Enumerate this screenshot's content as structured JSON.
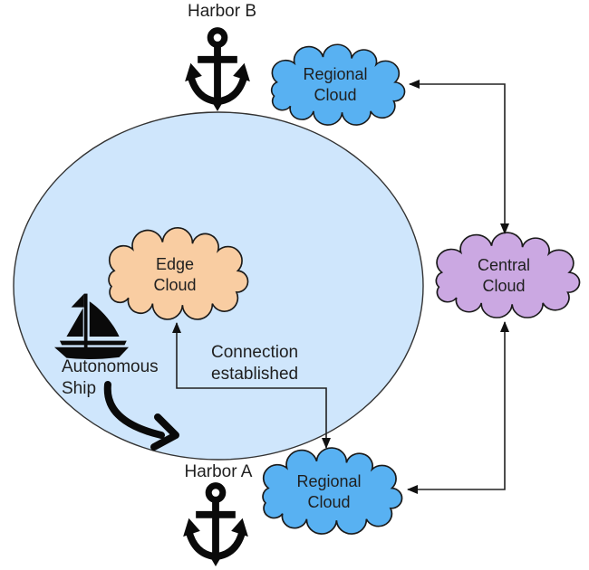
{
  "labels": {
    "harbor_b": "Harbor B",
    "harbor_a": "Harbor A",
    "autonomous_ship": [
      "Autonomous",
      "Ship"
    ],
    "connection_status": [
      "Connection",
      "established"
    ]
  },
  "nodes": {
    "regional_cloud_top": {
      "label": [
        "Regional",
        "Cloud"
      ],
      "fill": "#58B1F2"
    },
    "regional_cloud_bottom": {
      "label": [
        "Regional",
        "Cloud"
      ],
      "fill": "#58B1F2"
    },
    "edge_cloud": {
      "label": [
        "Edge",
        "Cloud"
      ],
      "fill": "#F9CDA2"
    },
    "central_cloud": {
      "label": [
        "Central",
        "Cloud"
      ],
      "fill": "#CBA8E2"
    },
    "coverage_area": {
      "fill": "#CFE6FC"
    }
  },
  "icons": {
    "harbor_b": "anchor-icon",
    "harbor_a": "anchor-icon",
    "ship": "sailboat-icon",
    "ship_motion": "curved-arrow-icon"
  },
  "colors": {
    "outline": "#1A1A1A",
    "connector": "#222222",
    "icon": "#0A0A0A",
    "text": "#1F1F1F",
    "background": "#FFFFFF"
  }
}
